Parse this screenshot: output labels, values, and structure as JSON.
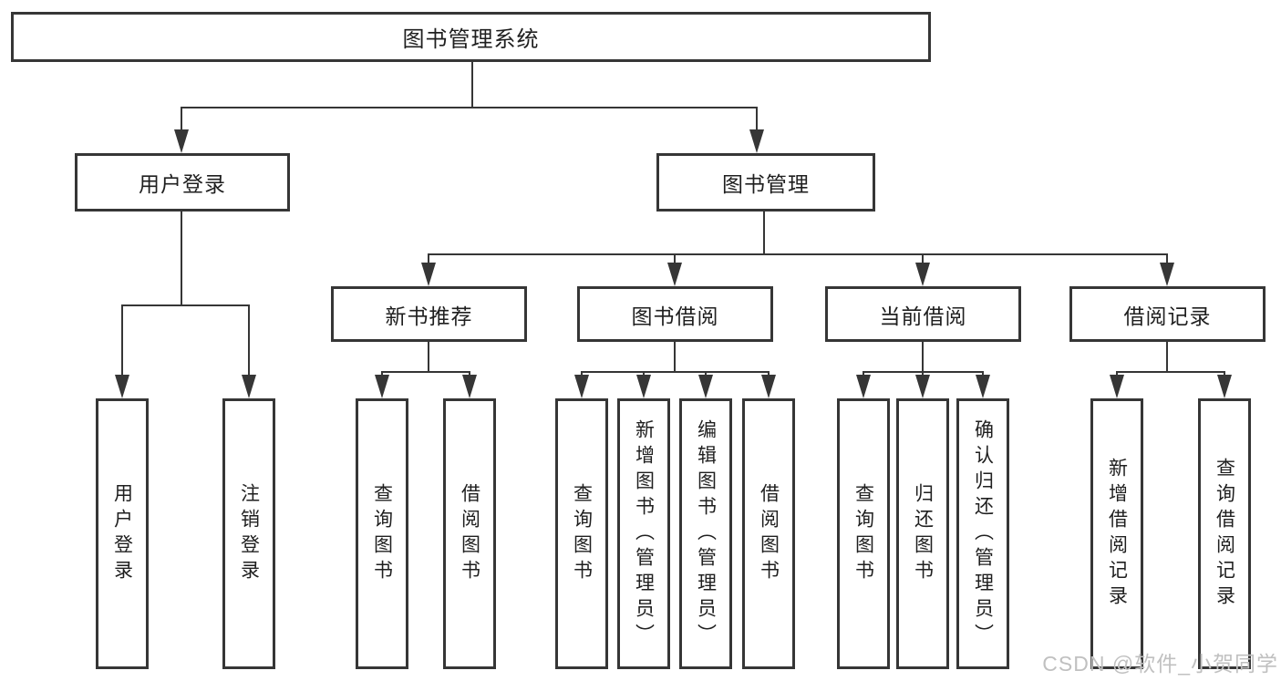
{
  "diagram": {
    "root": {
      "label": "图书管理系统"
    },
    "level2": [
      {
        "label": "用户登录"
      },
      {
        "label": "图书管理"
      }
    ],
    "level3": [
      {
        "label": "新书推荐"
      },
      {
        "label": "图书借阅"
      },
      {
        "label": "当前借阅"
      },
      {
        "label": "借阅记录"
      }
    ],
    "leaves": {
      "user_login": [
        "用户登录",
        "注销登录"
      ],
      "new_book": [
        "查询图书",
        "借阅图书"
      ],
      "book_borrow": [
        "查询图书",
        "新增图书（管理员）",
        "编辑图书（管理员）",
        "借阅图书"
      ],
      "current_borrow": [
        "查询图书",
        "归还图书",
        "确认归还（管理员）"
      ],
      "borrow_record": [
        "新增借阅记录",
        "查询借阅记录"
      ]
    }
  },
  "watermark": {
    "text": "CSDN @软件_小贺同学"
  },
  "colors": {
    "line": "#363636",
    "text": "#1f1f1f",
    "watermark": "#c0c0c0",
    "background": "#ffffff"
  }
}
